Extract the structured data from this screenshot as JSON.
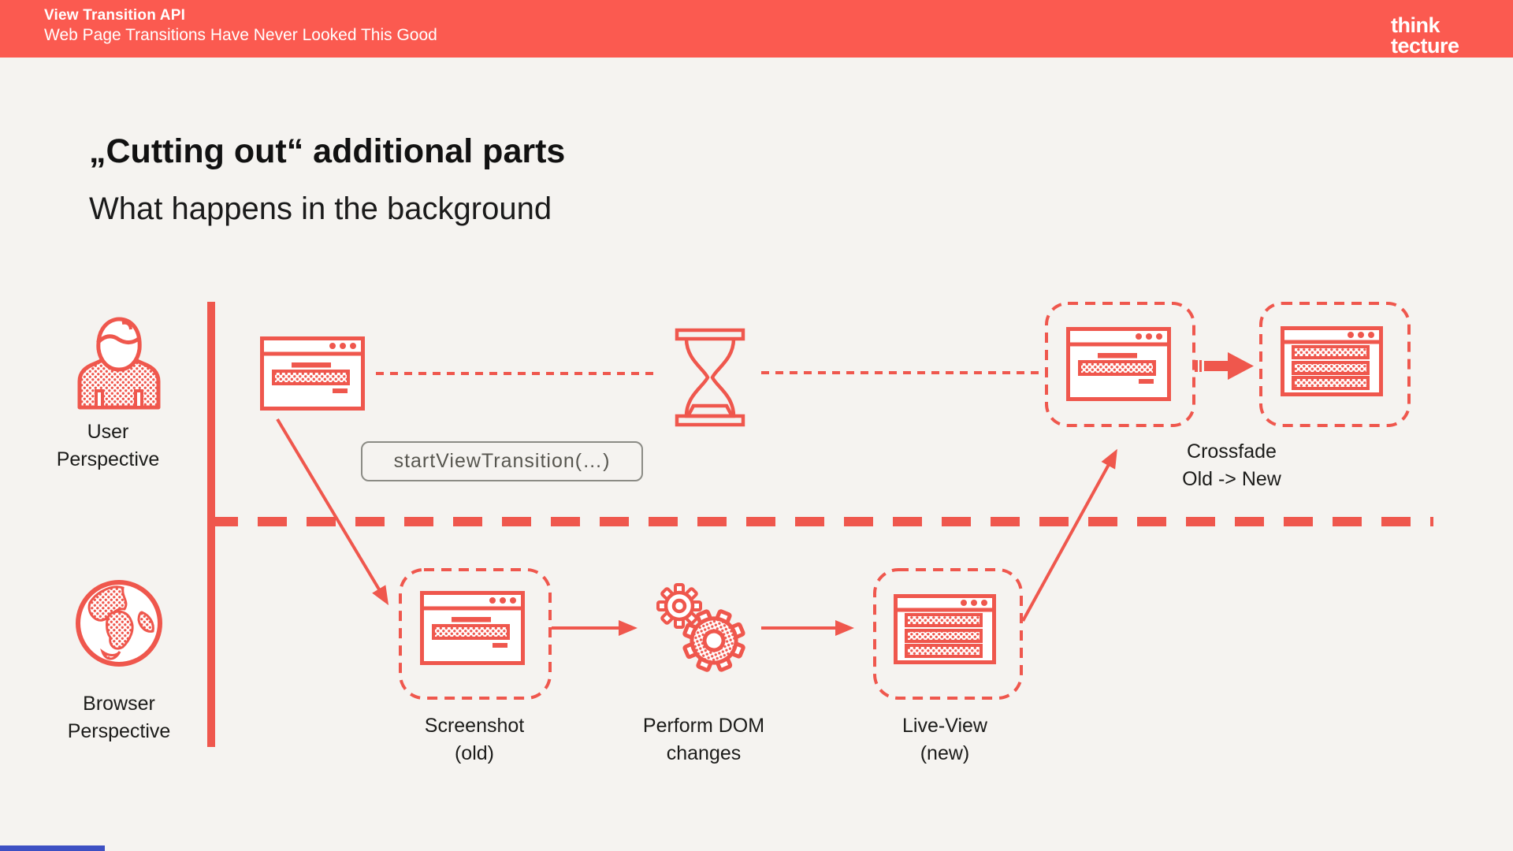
{
  "header": {
    "title": "View Transition API",
    "subtitle": "Web Page Transitions Have Never Looked This Good",
    "logo": {
      "line1": "think",
      "line2": "tecture"
    }
  },
  "slide": {
    "title": "„Cutting out“ additional parts",
    "subtitle": "What happens in the background"
  },
  "diagram": {
    "api_call": "startViewTransition(…)",
    "labels": {
      "user": {
        "line1": "User",
        "line2": "Perspective"
      },
      "browser": {
        "line1": "Browser",
        "line2": "Perspective"
      },
      "screenshot": {
        "line1": "Screenshot",
        "line2": "(old)"
      },
      "dom": {
        "line1": "Perform DOM",
        "line2": "changes"
      },
      "liveview": {
        "line1": "Live-View",
        "line2": "(new)"
      },
      "crossfade": {
        "line1": "Crossfade",
        "line2": "Old -> New"
      }
    },
    "icons": [
      "user-icon",
      "globe-icon",
      "browser-window-icon",
      "hourglass-icon",
      "gears-icon",
      "crossfade-arrow-icon"
    ]
  },
  "colors": {
    "accent": "#EF574D",
    "header_bg": "#FB5A50",
    "background": "#F5F3F0",
    "text": "#1D1D1B",
    "code_border": "#8B8B85",
    "code_text": "#57564F",
    "progress_bar": "#3D50C3"
  }
}
